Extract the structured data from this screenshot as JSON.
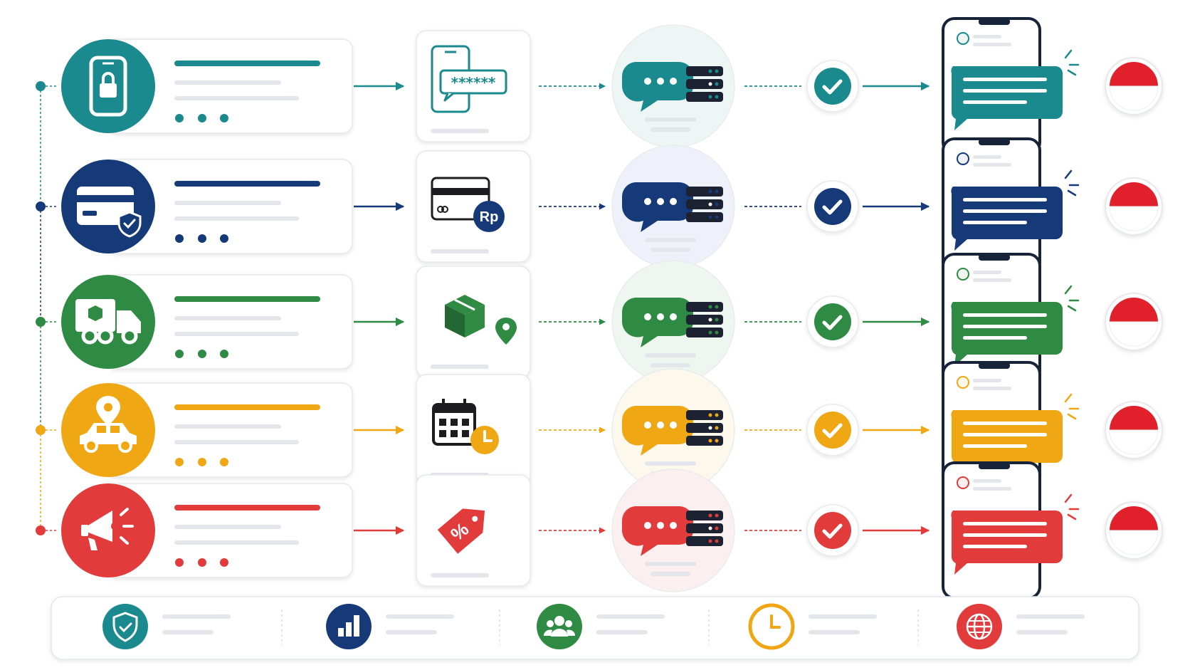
{
  "diagram": {
    "rows": [
      {
        "id": "otp",
        "color": "#1a8a8e",
        "soft": "#eef6f5",
        "lead_icon": "phone-lock-icon",
        "step_icon": "otp-code-icon",
        "code_text": "******"
      },
      {
        "id": "payment",
        "color": "#163a78",
        "soft": "#eef1f9",
        "lead_icon": "card-shield-icon",
        "step_icon": "card-payment-icon",
        "badge_text": "Rp"
      },
      {
        "id": "delivery",
        "color": "#2f8a43",
        "soft": "#eef6ef",
        "lead_icon": "delivery-truck-icon",
        "step_icon": "package-location-icon"
      },
      {
        "id": "ride",
        "color": "#f0a714",
        "soft": "#fdf8ec",
        "lead_icon": "car-pin-icon",
        "step_icon": "calendar-clock-icon"
      },
      {
        "id": "promo",
        "color": "#e23b3b",
        "soft": "#fcefef",
        "lead_icon": "megaphone-icon",
        "step_icon": "discount-tag-icon",
        "tag_text": "%"
      }
    ],
    "flag_colors": {
      "top": "#e0202b",
      "bottom": "#ffffff"
    },
    "footer": {
      "items": [
        {
          "icon": "shield-check-icon",
          "color": "#1a8a8e"
        },
        {
          "icon": "bar-chart-icon",
          "color": "#163a78"
        },
        {
          "icon": "users-icon",
          "color": "#2f8a43"
        },
        {
          "icon": "clock-icon",
          "color": "#f0a714"
        },
        {
          "icon": "globe-icon",
          "color": "#e23b3b"
        }
      ]
    }
  }
}
